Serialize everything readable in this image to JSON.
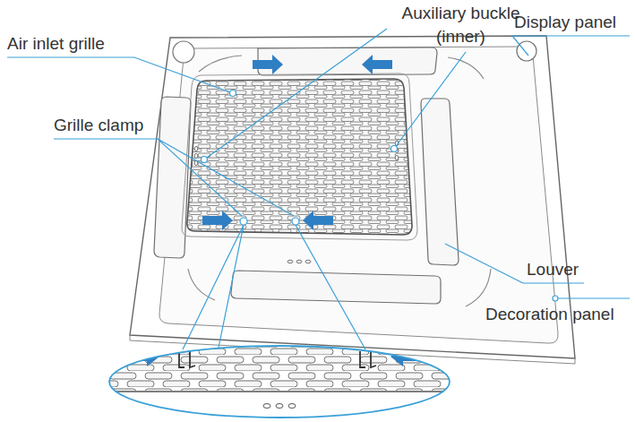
{
  "diagram": {
    "labels": [
      "Auxiliary buckle (inner)",
      "Display panel",
      "Air inlet grille",
      "Grille clamp",
      "Louver",
      "Decoration panel"
    ]
  }
}
